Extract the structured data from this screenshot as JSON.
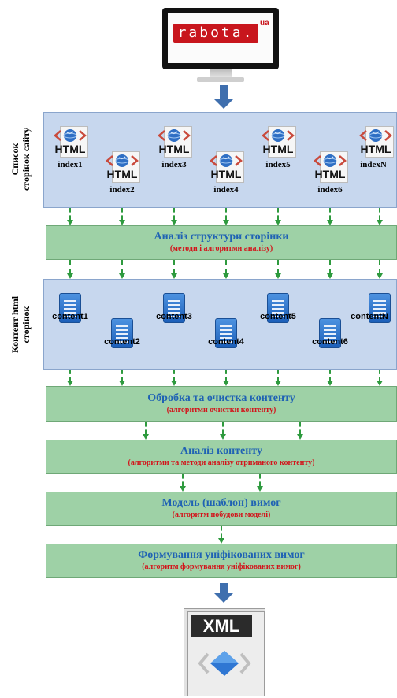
{
  "logo": {
    "text": "rabota.",
    "superscript": "ua"
  },
  "panel1": {
    "side_label_line1": "Список",
    "side_label_line2": "сторінок сайту",
    "icon_word": "HTML",
    "items": [
      "index1",
      "index2",
      "index3",
      "index4",
      "index5",
      "index6",
      "indexN"
    ]
  },
  "stage1": {
    "title": "Аналіз структури сторінки",
    "subtitle": "(методи і алгоритми аналізу)"
  },
  "panel2": {
    "side_label_line1": "Контент html",
    "side_label_line2": "сторінок",
    "items": [
      "content1",
      "content2",
      "content3",
      "content4",
      "content5",
      "content6",
      "contentN"
    ]
  },
  "stage2": {
    "title": "Обробка та очистка контенту",
    "subtitle": "(алгоритми очистки контенту)"
  },
  "stage3": {
    "title": "Аналіз контенту",
    "subtitle": "(алгоритми та методи аналізу отриманого контенту)"
  },
  "stage4": {
    "title": "Модель (шаблон) вимог",
    "subtitle": "(алгоритм побудови моделі)"
  },
  "stage5": {
    "title": "Формування уніфікованих вимог",
    "subtitle": "(алгоритм формування уніфікованих вимог)"
  },
  "output": {
    "label": "XML"
  },
  "colors": {
    "panel_fill": "#c7d7ee",
    "stage_fill": "#9ed1a6",
    "stage_title": "#1f62b4",
    "stage_subtitle": "#d3141b",
    "connector": "#2e9a3e",
    "big_arrow": "#3f6fae",
    "logo_red": "#c8161d"
  }
}
